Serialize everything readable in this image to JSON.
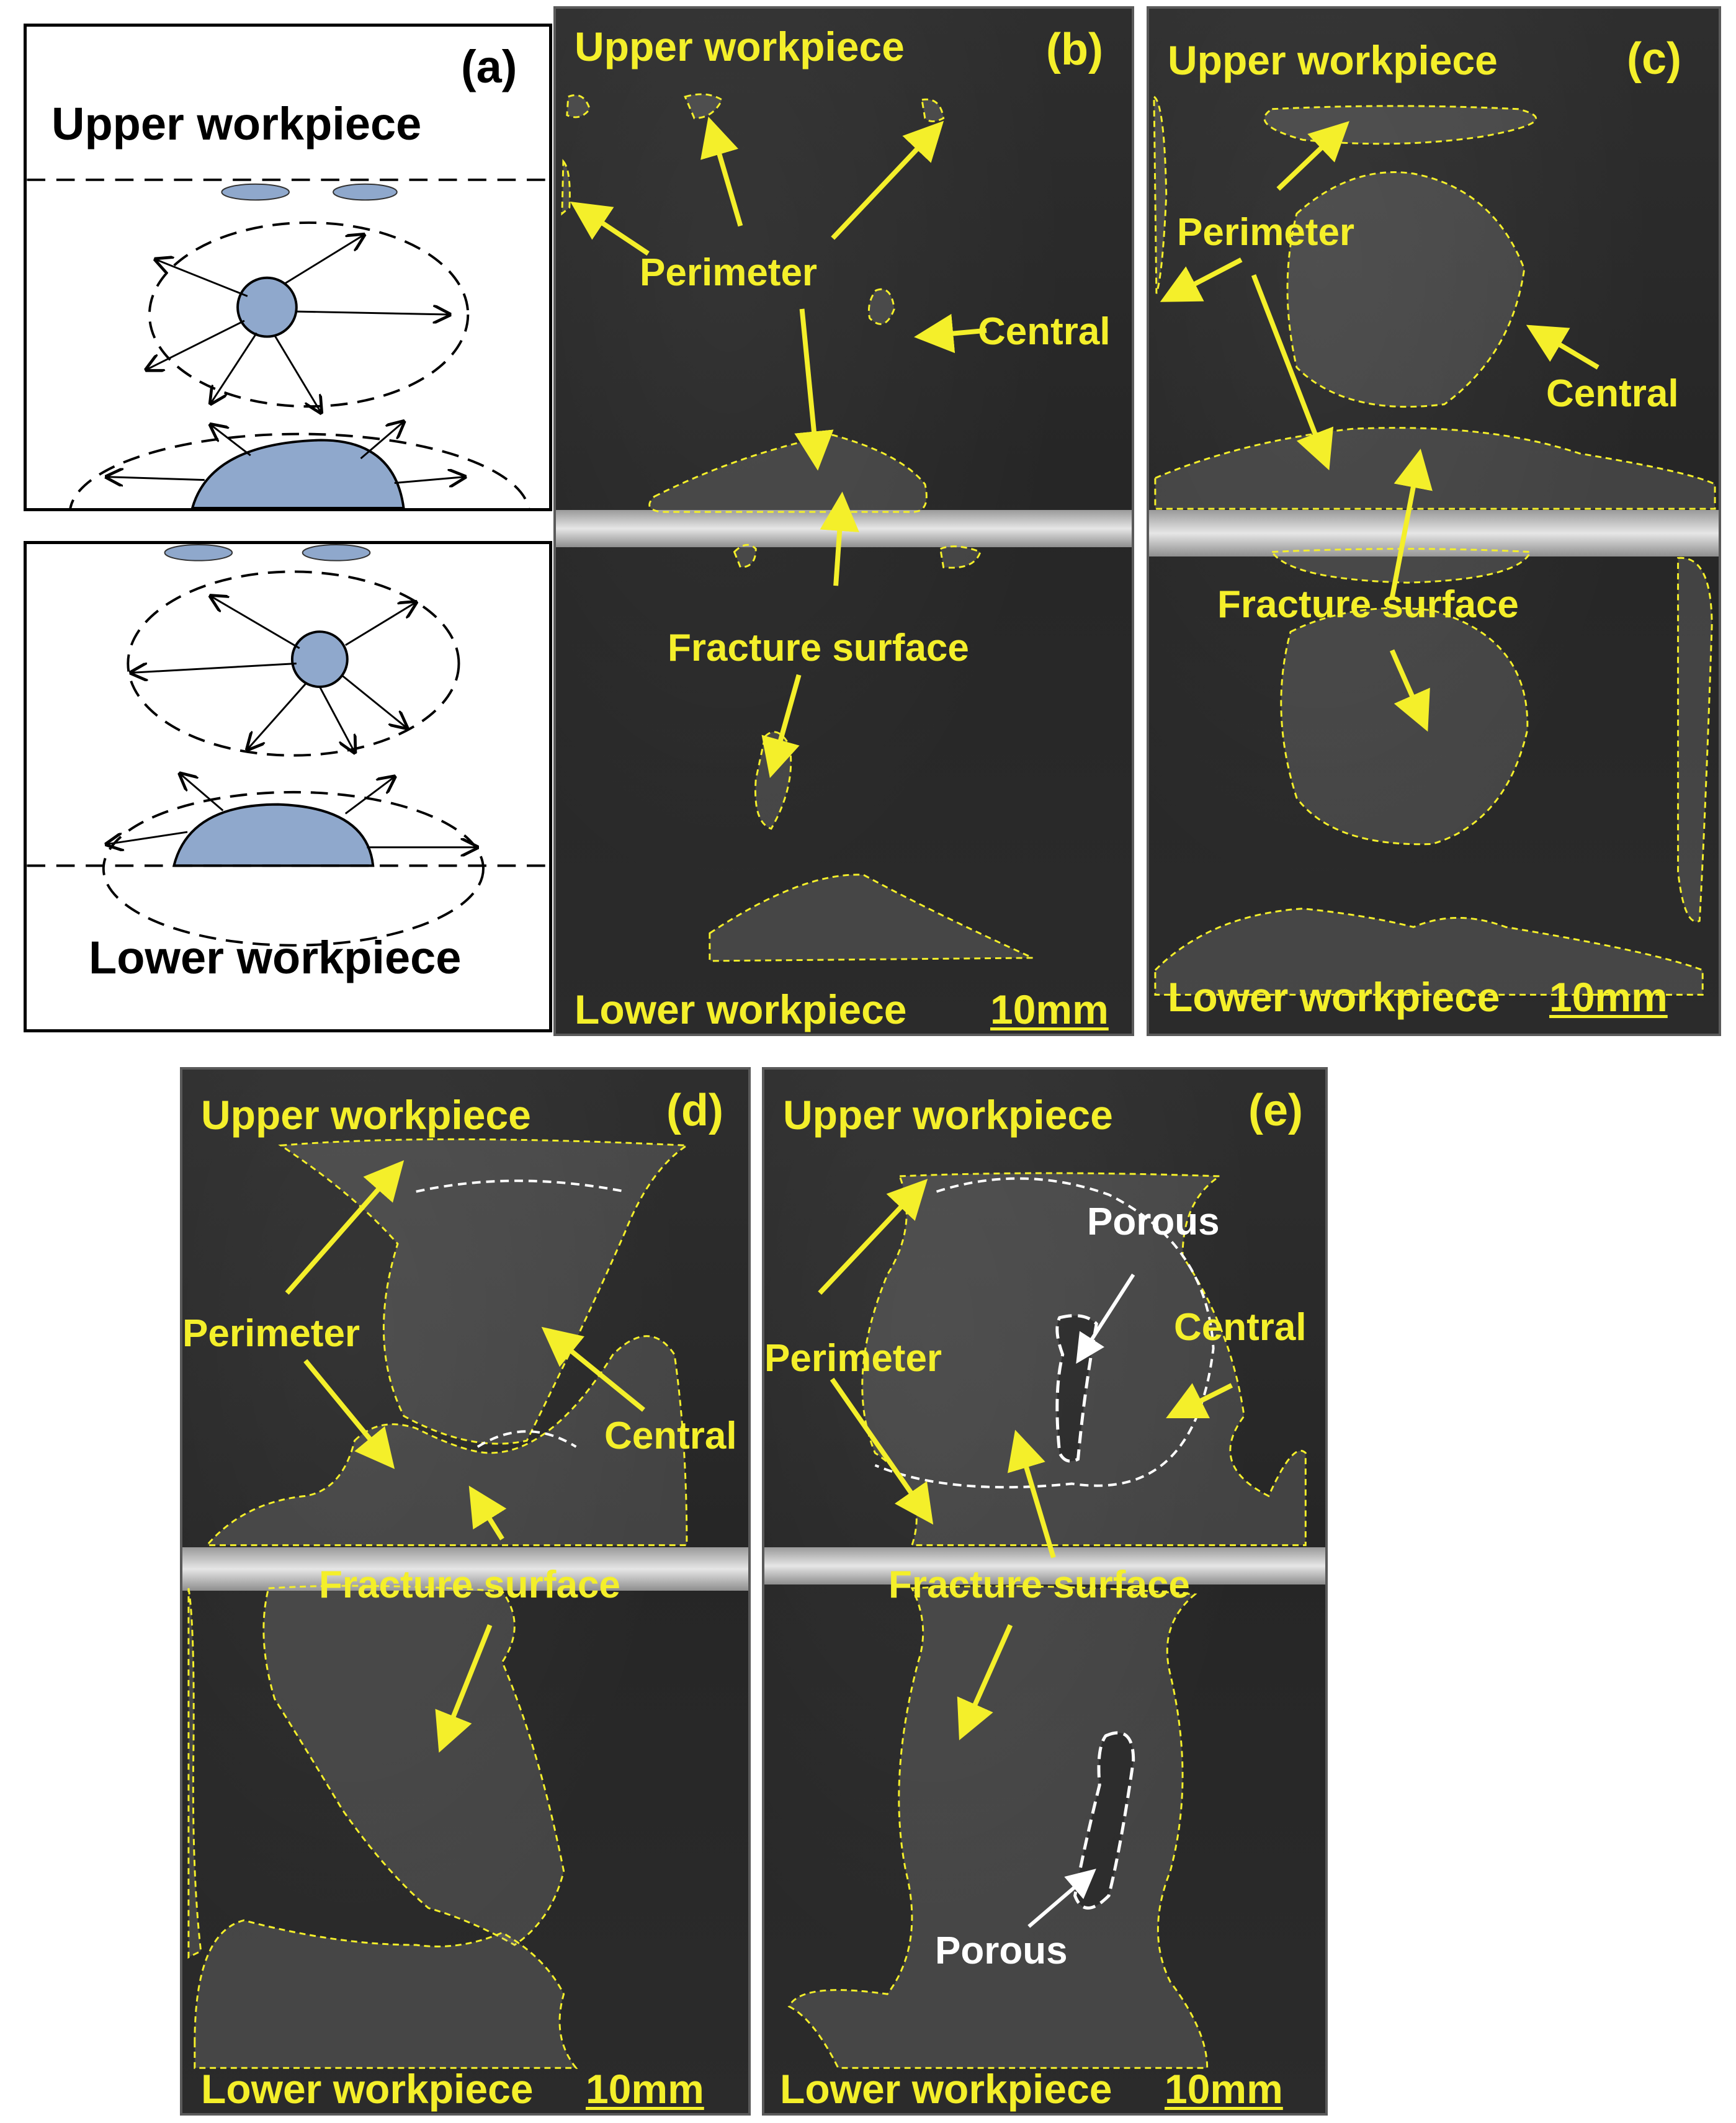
{
  "panel_a": {
    "letter": "(a)",
    "upper_label": "Upper workpiece",
    "lower_label": "Lower workpiece"
  },
  "panel_b": {
    "letter": "(b)",
    "upper_label": "Upper workpiece",
    "lower_label": "Lower workpiece",
    "scale_bar": "10mm",
    "annotations": {
      "perimeter": "Perimeter",
      "central": "Central",
      "fracture": "Fracture surface"
    }
  },
  "panel_c": {
    "letter": "(c)",
    "upper_label": "Upper workpiece",
    "lower_label": "Lower workpiece",
    "scale_bar": "10mm",
    "annotations": {
      "perimeter": "Perimeter",
      "central": "Central",
      "fracture": "Fracture surface"
    }
  },
  "panel_d": {
    "letter": "(d)",
    "upper_label": "Upper workpiece",
    "lower_label": "Lower workpiece",
    "scale_bar": "10mm",
    "annotations": {
      "perimeter": "Perimeter",
      "central": "Central",
      "fracture": "Fracture surface"
    }
  },
  "panel_e": {
    "letter": "(e)",
    "upper_label": "Upper workpiece",
    "lower_label": "Lower workpiece",
    "scale_bar": "10mm",
    "annotations": {
      "perimeter": "Perimeter",
      "central": "Central",
      "fracture": "Fracture surface",
      "porous_top": "Porous",
      "porous_bottom": "Porous"
    }
  },
  "colors": {
    "annotation_yellow": "#f4ef2a",
    "schematic_fill": "#8fa8cc",
    "photo_background": "#2b2b2b",
    "white_annotation": "#ffffff"
  }
}
